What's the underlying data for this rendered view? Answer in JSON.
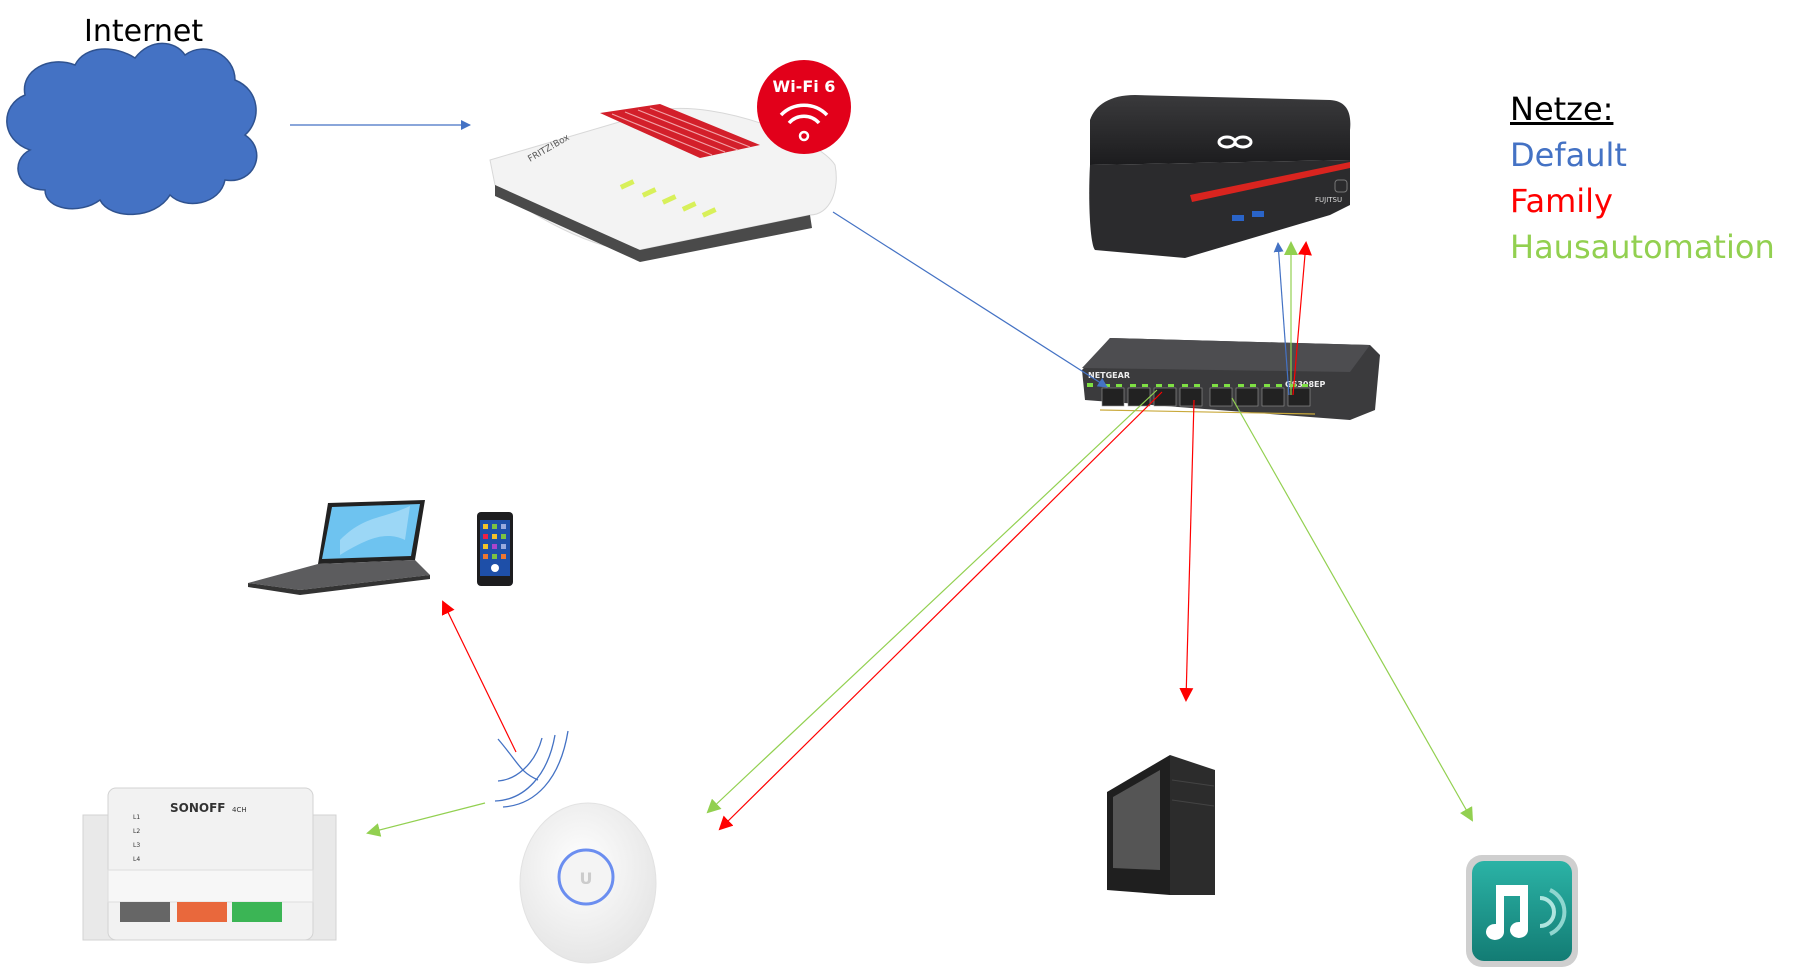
{
  "diagram": {
    "title": "Internet",
    "legend": {
      "heading": "Netze:",
      "items": [
        {
          "label": "Default",
          "color": "#4472C4"
        },
        {
          "label": "Family",
          "color": "#FF0000"
        },
        {
          "label": "Hausautomation",
          "color": "#92D050"
        }
      ]
    },
    "devices": {
      "cloud": {
        "label": "Internet",
        "color": "#4472C4"
      },
      "router": {
        "brand_text": "FRITZ!Box",
        "badge": "Wi-Fi 6",
        "badge_color": "#E2001A"
      },
      "mini_pc": {
        "brand_text": "FUJITSU"
      },
      "switch": {
        "brand_text": "NETGEAR",
        "model": "GS308EP"
      },
      "laptop": {},
      "phone": {},
      "sonoff": {
        "brand_text": "SONOFF",
        "model": "4CH",
        "channels": [
          "L1",
          "L2",
          "L3",
          "L4"
        ]
      },
      "access_point": {
        "logo": "U"
      },
      "desktop_pc": {},
      "music_app": {
        "color": "#1E9E94"
      }
    },
    "connections": [
      {
        "from": "cloud",
        "to": "router",
        "network": "Default"
      },
      {
        "from": "router",
        "to": "switch",
        "network": "Default"
      },
      {
        "from": "switch",
        "to": "mini_pc",
        "network": "Default"
      },
      {
        "from": "switch",
        "to": "mini_pc",
        "network": "Hausautomation"
      },
      {
        "from": "switch",
        "to": "mini_pc",
        "network": "Family"
      },
      {
        "from": "switch",
        "to": "access_point",
        "network": "Hausautomation"
      },
      {
        "from": "switch",
        "to": "access_point",
        "network": "Family"
      },
      {
        "from": "switch",
        "to": "desktop_pc",
        "network": "Family"
      },
      {
        "from": "switch",
        "to": "music_app",
        "network": "Hausautomation"
      },
      {
        "from": "access_point",
        "to": "laptop",
        "network": "Family"
      },
      {
        "from": "access_point",
        "to": "sonoff",
        "network": "Hausautomation"
      }
    ]
  }
}
